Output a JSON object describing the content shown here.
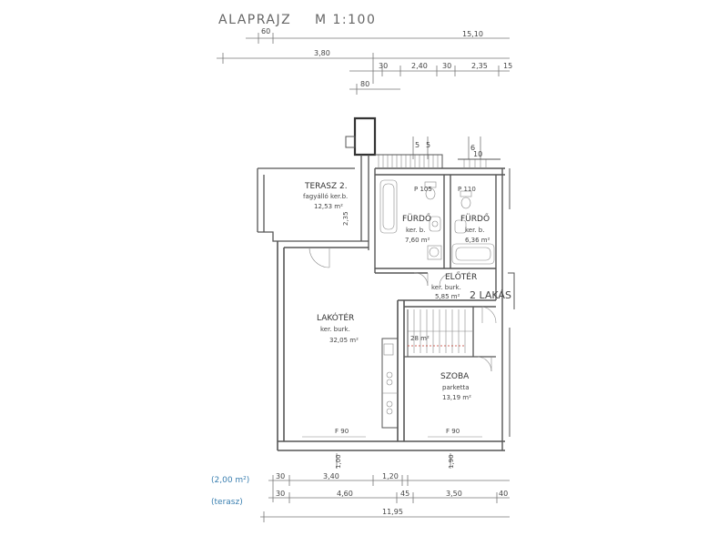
{
  "title": {
    "label": "ALAPRAJZ",
    "scale": "M 1:100"
  },
  "top_dims": {
    "d60": "60",
    "d1510": "15,10",
    "d380": "3,80",
    "d30a": "30",
    "d240": "2,40",
    "d30b": "30",
    "d235": "2,35",
    "d15": "15",
    "d80": "80"
  },
  "terrace_dims": {
    "d5a": "5",
    "d5b": "5",
    "d6": "6",
    "d10": "10"
  },
  "rooms": {
    "terasz": {
      "name": "TERASZ 2.",
      "floor": "fagyálló ker.b.",
      "area": "12,53 m²"
    },
    "furdo1": {
      "name": "FÜRDŐ",
      "floor": "ker. b.",
      "area": "7,60 m²"
    },
    "furdo2": {
      "name": "FÜRDŐ",
      "floor": "ker. b.",
      "area": "6,36 m²"
    },
    "eloter": {
      "name": "ELŐTÉR",
      "floor": "ker. burk.",
      "area": "5,85 m²"
    },
    "lakoter": {
      "name": "LAKÓTÉR",
      "floor": "ker. burk.",
      "area": "32,05 m²"
    },
    "szoba": {
      "name": "SZOBA",
      "floor": "parketta",
      "area": "13,19 m²"
    }
  },
  "marks": {
    "door105": "P 105",
    "door110": "P 110",
    "lak_tag": "2 LAKÁS",
    "stair_note": "28 m²",
    "win_lakoter": "F 90",
    "win_szoba": "F 90",
    "vert_235": "2,35",
    "vert_lak": "1,00",
    "vert_szoba": "1,90"
  },
  "bottom_dims": {
    "blue1": "(2,00 m²)",
    "blue2": "(terasz)",
    "b30a": "30",
    "b340": "3,40",
    "b120": "1,20",
    "b30b": "30",
    "b460": "4,60",
    "b45": "45",
    "b350": "3,50",
    "b40": "40",
    "b1195": "11,95"
  }
}
